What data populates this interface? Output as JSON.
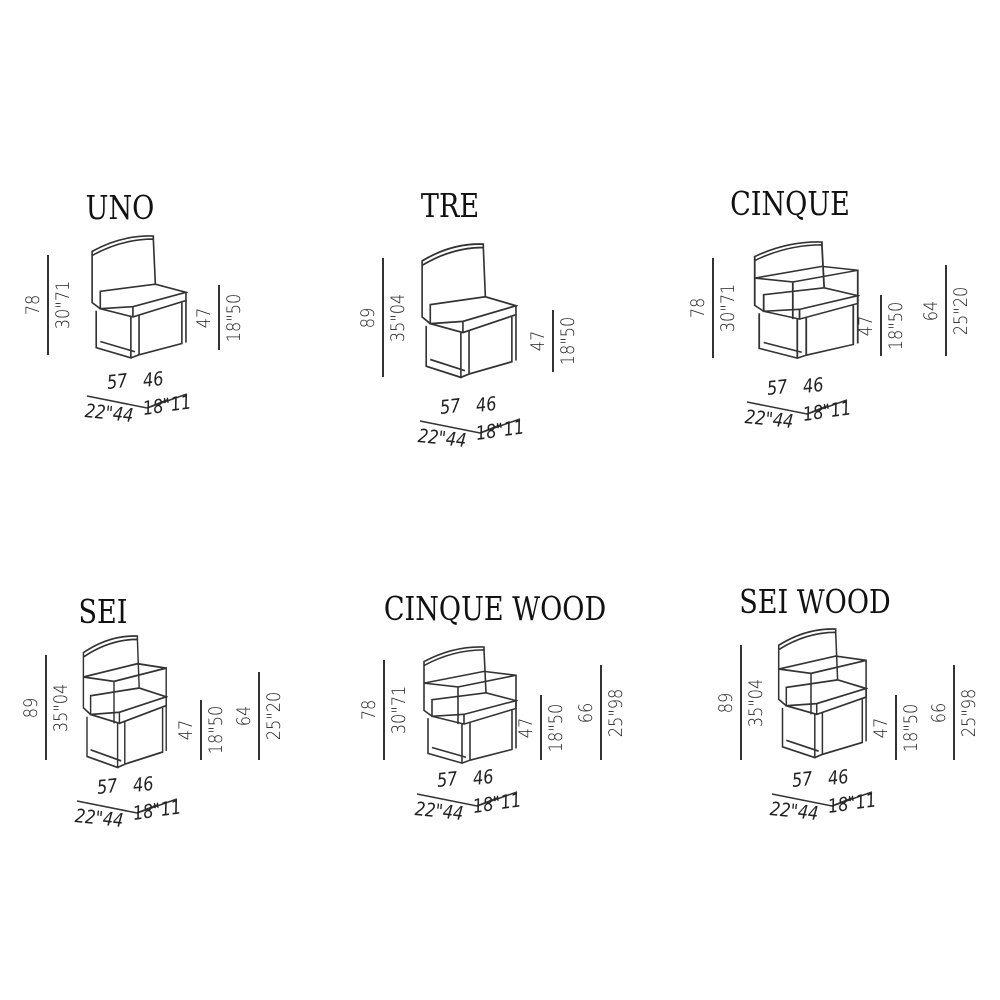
{
  "chairs": [
    {
      "name": "UNO",
      "height_cm": "78",
      "height_in": "30\"71",
      "seat_cm": "47",
      "seat_in": "18\"50",
      "width_cm": "57",
      "depth_cm": "46",
      "width_in": "22\"44",
      "depth_in": "18\"11",
      "arms": false
    },
    {
      "name": "TRE",
      "height_cm": "89",
      "height_in": "35\"04",
      "seat_cm": "47",
      "seat_in": "18\"50",
      "width_cm": "57",
      "depth_cm": "46",
      "width_in": "22\"44",
      "depth_in": "18\"11",
      "arms": false
    },
    {
      "name": "CINQUE",
      "height_cm": "78",
      "height_in": "30\"71",
      "seat_cm": "47",
      "seat_in": "18\"50",
      "arm_cm": "64",
      "arm_in": "25\"20",
      "width_cm": "57",
      "depth_cm": "46",
      "width_in": "22\"44",
      "depth_in": "18\"11",
      "arms": true
    },
    {
      "name": "SEI",
      "height_cm": "89",
      "height_in": "35\"04",
      "seat_cm": "47",
      "seat_in": "18\"50",
      "arm_cm": "64",
      "arm_in": "25\"20",
      "width_cm": "57",
      "depth_cm": "46",
      "width_in": "22\"44",
      "depth_in": "18\"11",
      "arms": true
    },
    {
      "name": "CINQUE WOOD",
      "height_cm": "78",
      "height_in": "30\"71",
      "seat_cm": "47",
      "seat_in": "18\"50",
      "arm_cm": "66",
      "arm_in": "25\"98",
      "width_cm": "57",
      "depth_cm": "46",
      "width_in": "22\"44",
      "depth_in": "18\"11",
      "arms": true
    },
    {
      "name": "SEI WOOD",
      "height_cm": "89",
      "height_in": "35\"04",
      "seat_cm": "47",
      "seat_in": "18\"50",
      "arm_cm": "66",
      "arm_in": "25\"98",
      "width_cm": "57",
      "depth_cm": "46",
      "width_in": "22\"44",
      "depth_in": "18\"11",
      "arms": true
    }
  ]
}
